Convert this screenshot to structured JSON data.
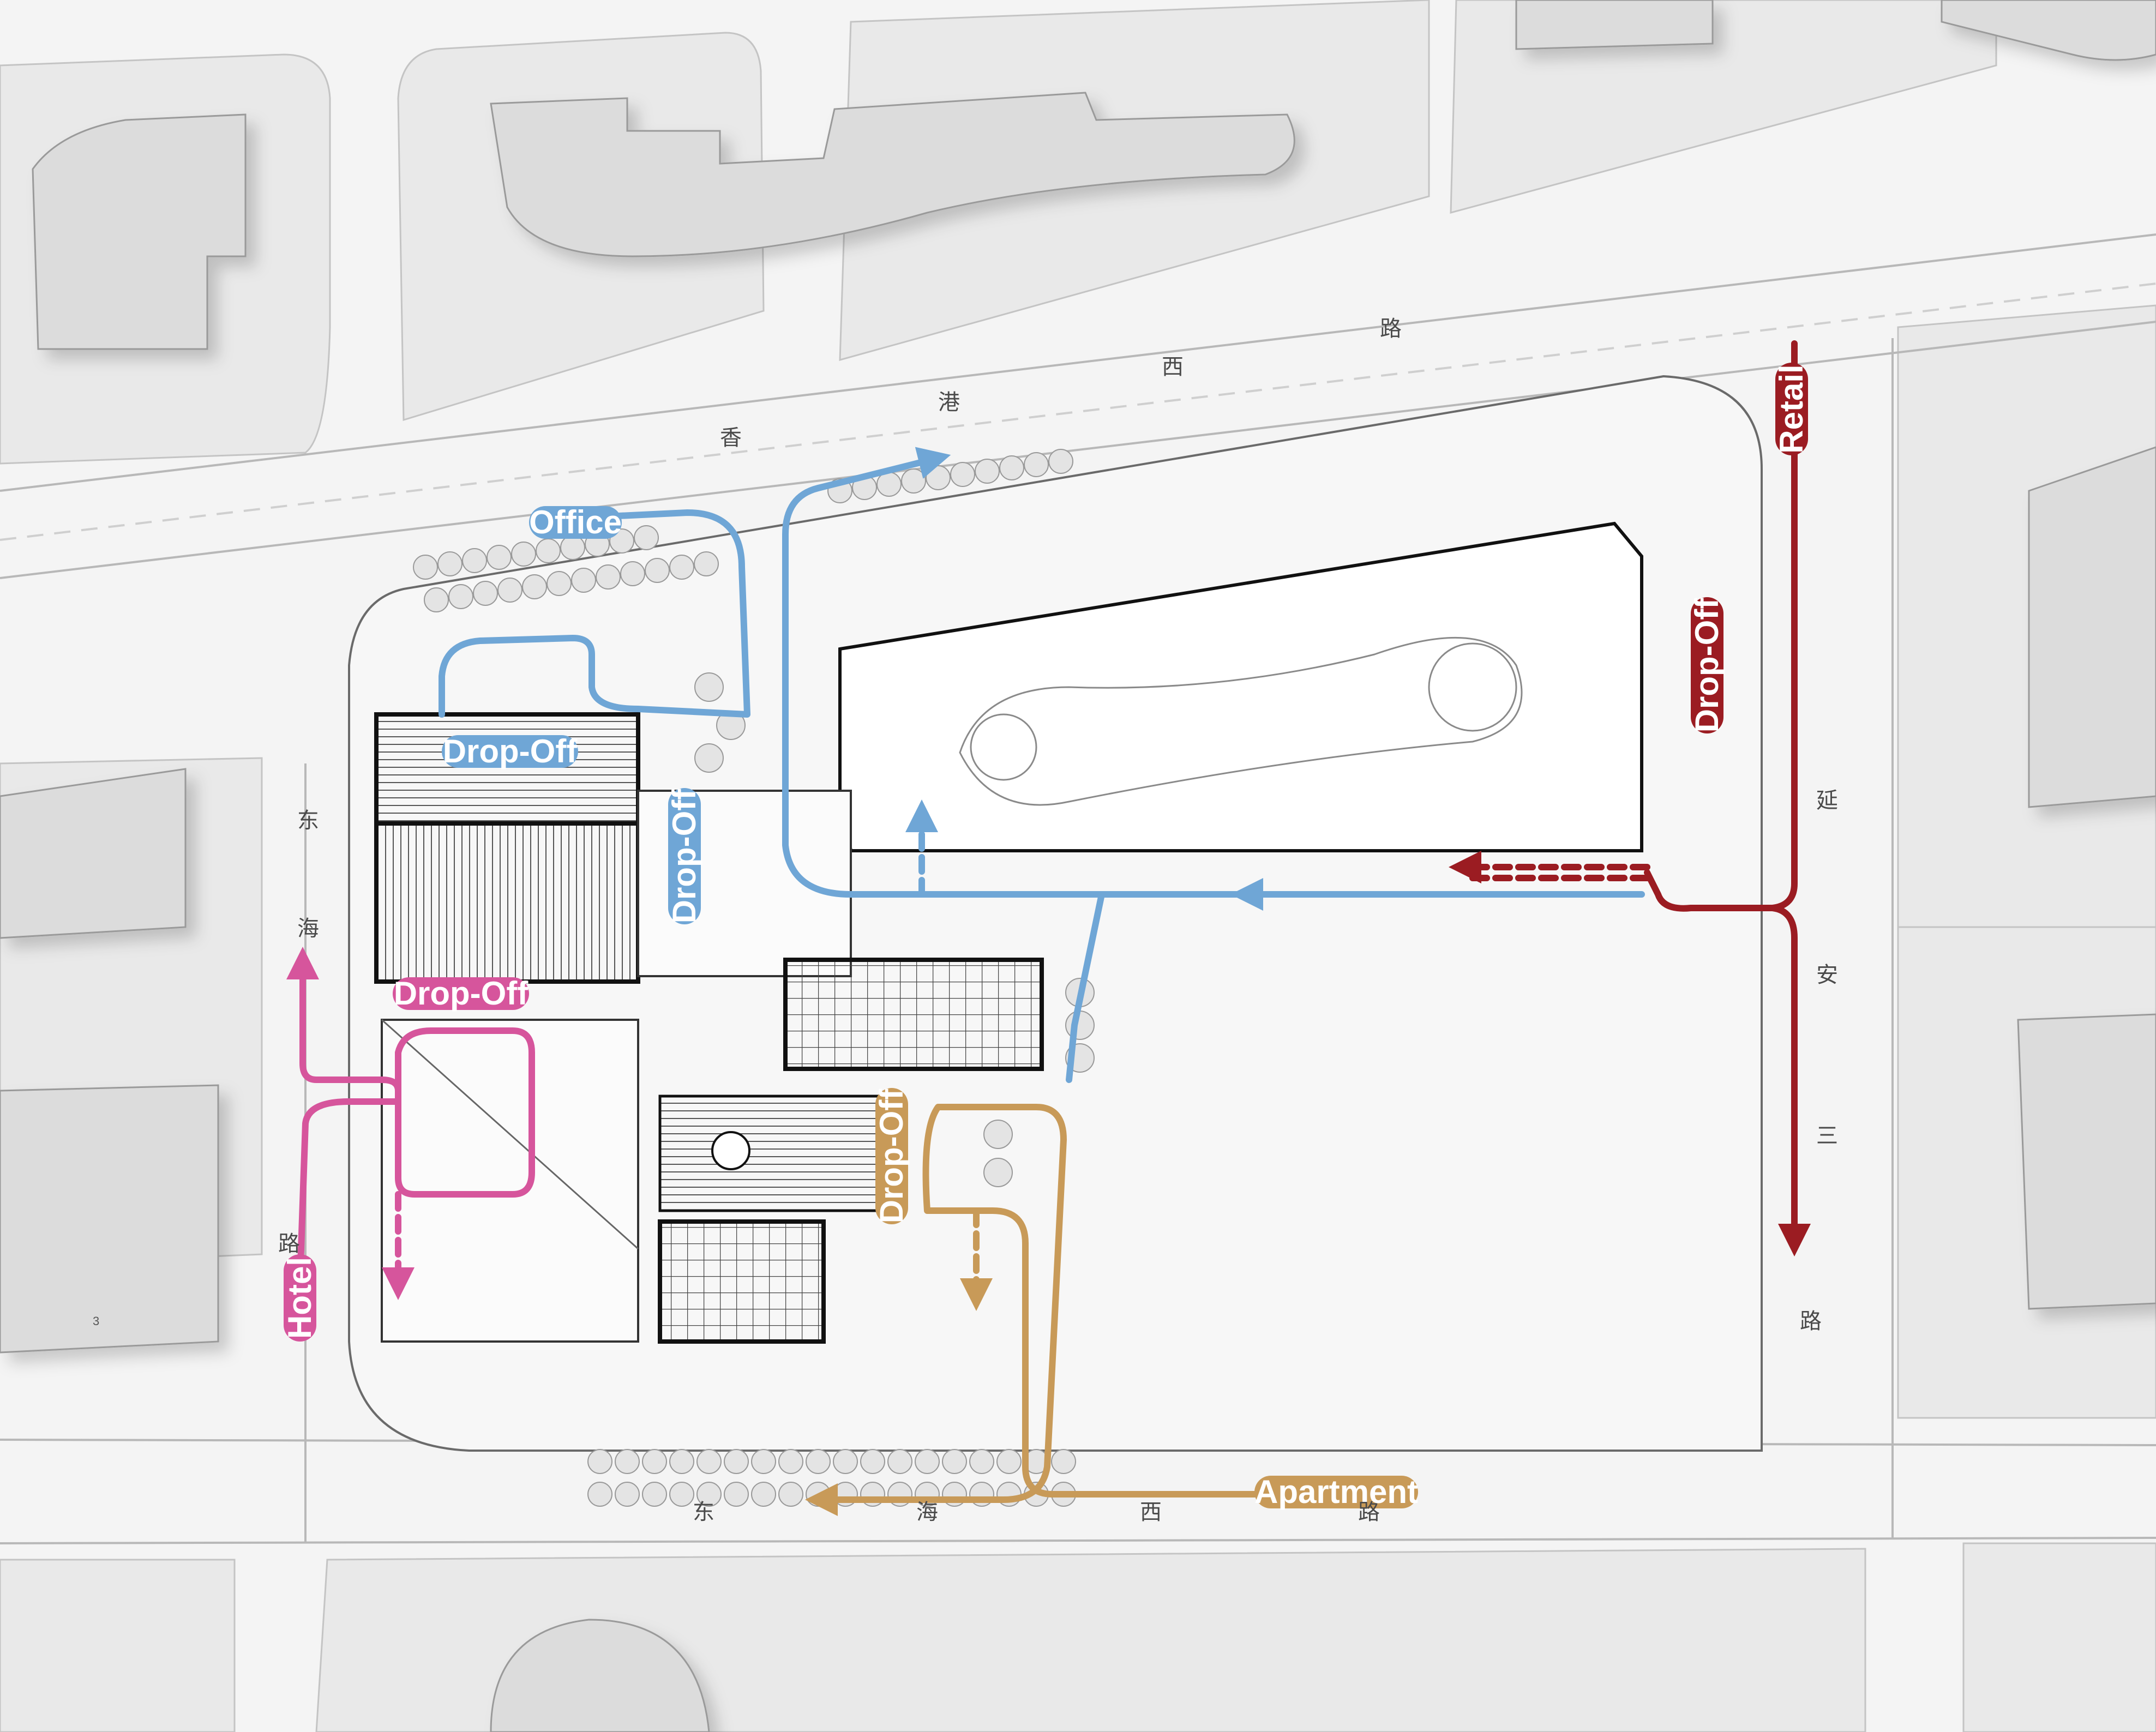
{
  "colors": {
    "office": "#6fa6d6",
    "hotel": "#d6559c",
    "apartment": "#c89a58",
    "retail": "#9b1c22",
    "block": "#e9e9e9",
    "building_outline": "#1a1a1a",
    "road_line": "#b8b8b8"
  },
  "routes": {
    "office_label": "Office",
    "office_dropoff_north": "Drop-Off",
    "office_dropoff_west": "Drop-Off",
    "hotel_label": "Hotel",
    "hotel_dropoff": "Drop-Off",
    "apartment_label": "Apartment",
    "apartment_dropoff": "Drop-Off",
    "retail_label": "Retail",
    "retail_dropoff": "Drop-Off"
  },
  "streets": {
    "north": [
      "香",
      "港",
      "西",
      "路"
    ],
    "west": [
      "东",
      "海",
      "路"
    ],
    "south": [
      "东",
      "海",
      "西",
      "路"
    ],
    "east": [
      "延",
      "安",
      "三",
      "路"
    ]
  },
  "plot_numbers": {
    "sw": "3"
  },
  "icons": {
    "route_arrow": "arrowhead-icon",
    "tree": "tree-icon"
  }
}
